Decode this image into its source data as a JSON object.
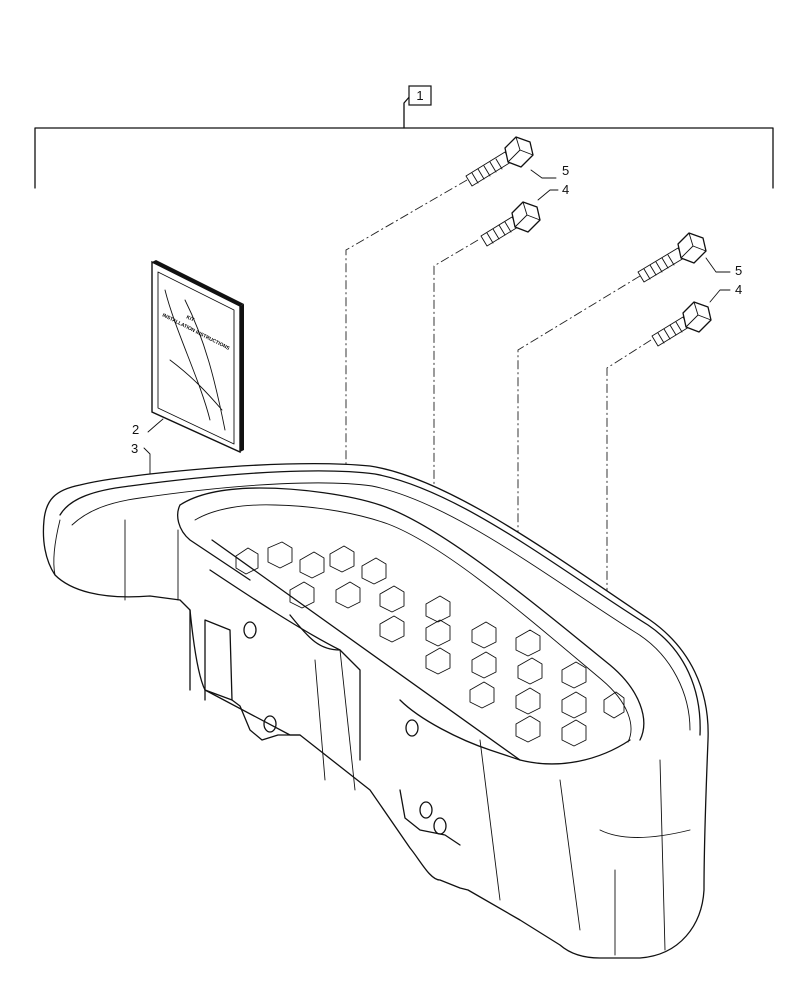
{
  "callouts": {
    "kit": "1",
    "manual": "2",
    "counterweight": "3",
    "bolt_upper_left": "5",
    "bolt_mid_left": "4",
    "bolt_upper_right": "5",
    "bolt_lower_right": "4"
  },
  "manual_text": {
    "line1": "KIT",
    "line2": "INSTALLATION INSTRUCTIONS"
  }
}
